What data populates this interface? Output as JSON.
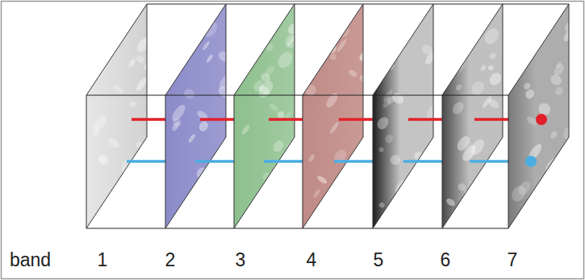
{
  "diagram": {
    "labels": [
      "band",
      "1",
      "2",
      "3",
      "4",
      "5",
      "6",
      "7"
    ]
  }
}
